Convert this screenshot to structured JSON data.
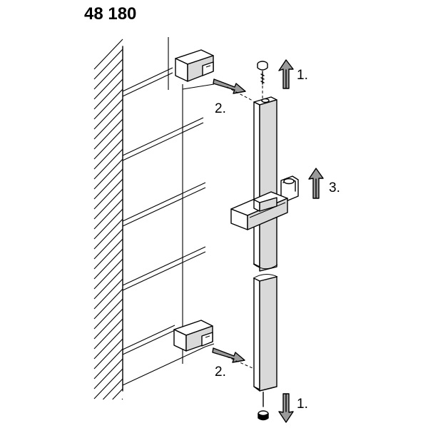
{
  "title": "48 180",
  "steps": {
    "top_cap_arrow": "1.",
    "top_bracket_arrow": "2.",
    "slider_arrow": "3.",
    "bottom_bracket_arrow": "2.",
    "bottom_cap_arrow": "1."
  }
}
